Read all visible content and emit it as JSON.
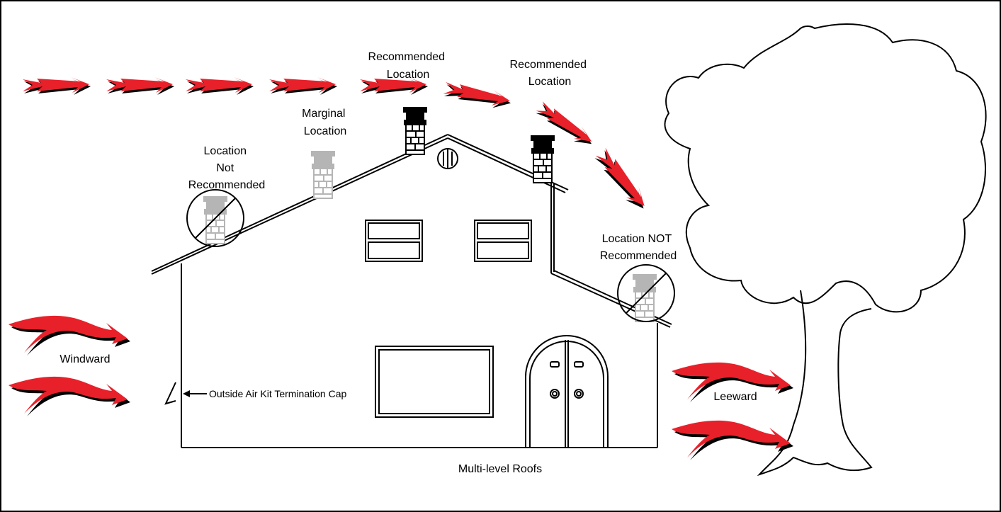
{
  "labels": {
    "recommended_1": [
      "Recommended",
      "Location"
    ],
    "recommended_2": [
      "Recommended",
      "Location"
    ],
    "marginal": [
      "Marginal",
      "Location"
    ],
    "not_recommended_left": [
      "Location",
      "Not",
      "Recommended"
    ],
    "not_recommended_right": [
      "Location NOT",
      "Recommended"
    ],
    "windward": "Windward",
    "leeward": "Leeward",
    "outside_air": "Outside Air Kit Termination Cap",
    "caption": "Multi-level Roofs"
  },
  "colors": {
    "arrow_fill": "#e8202a",
    "arrow_shadow": "#000000",
    "line": "#000000",
    "faded_chimney": "#b5b5b5"
  },
  "icons": [
    "wind-arrow-icon",
    "chimney-icon",
    "prohibited-chimney-icon",
    "tree-icon",
    "house-icon"
  ]
}
